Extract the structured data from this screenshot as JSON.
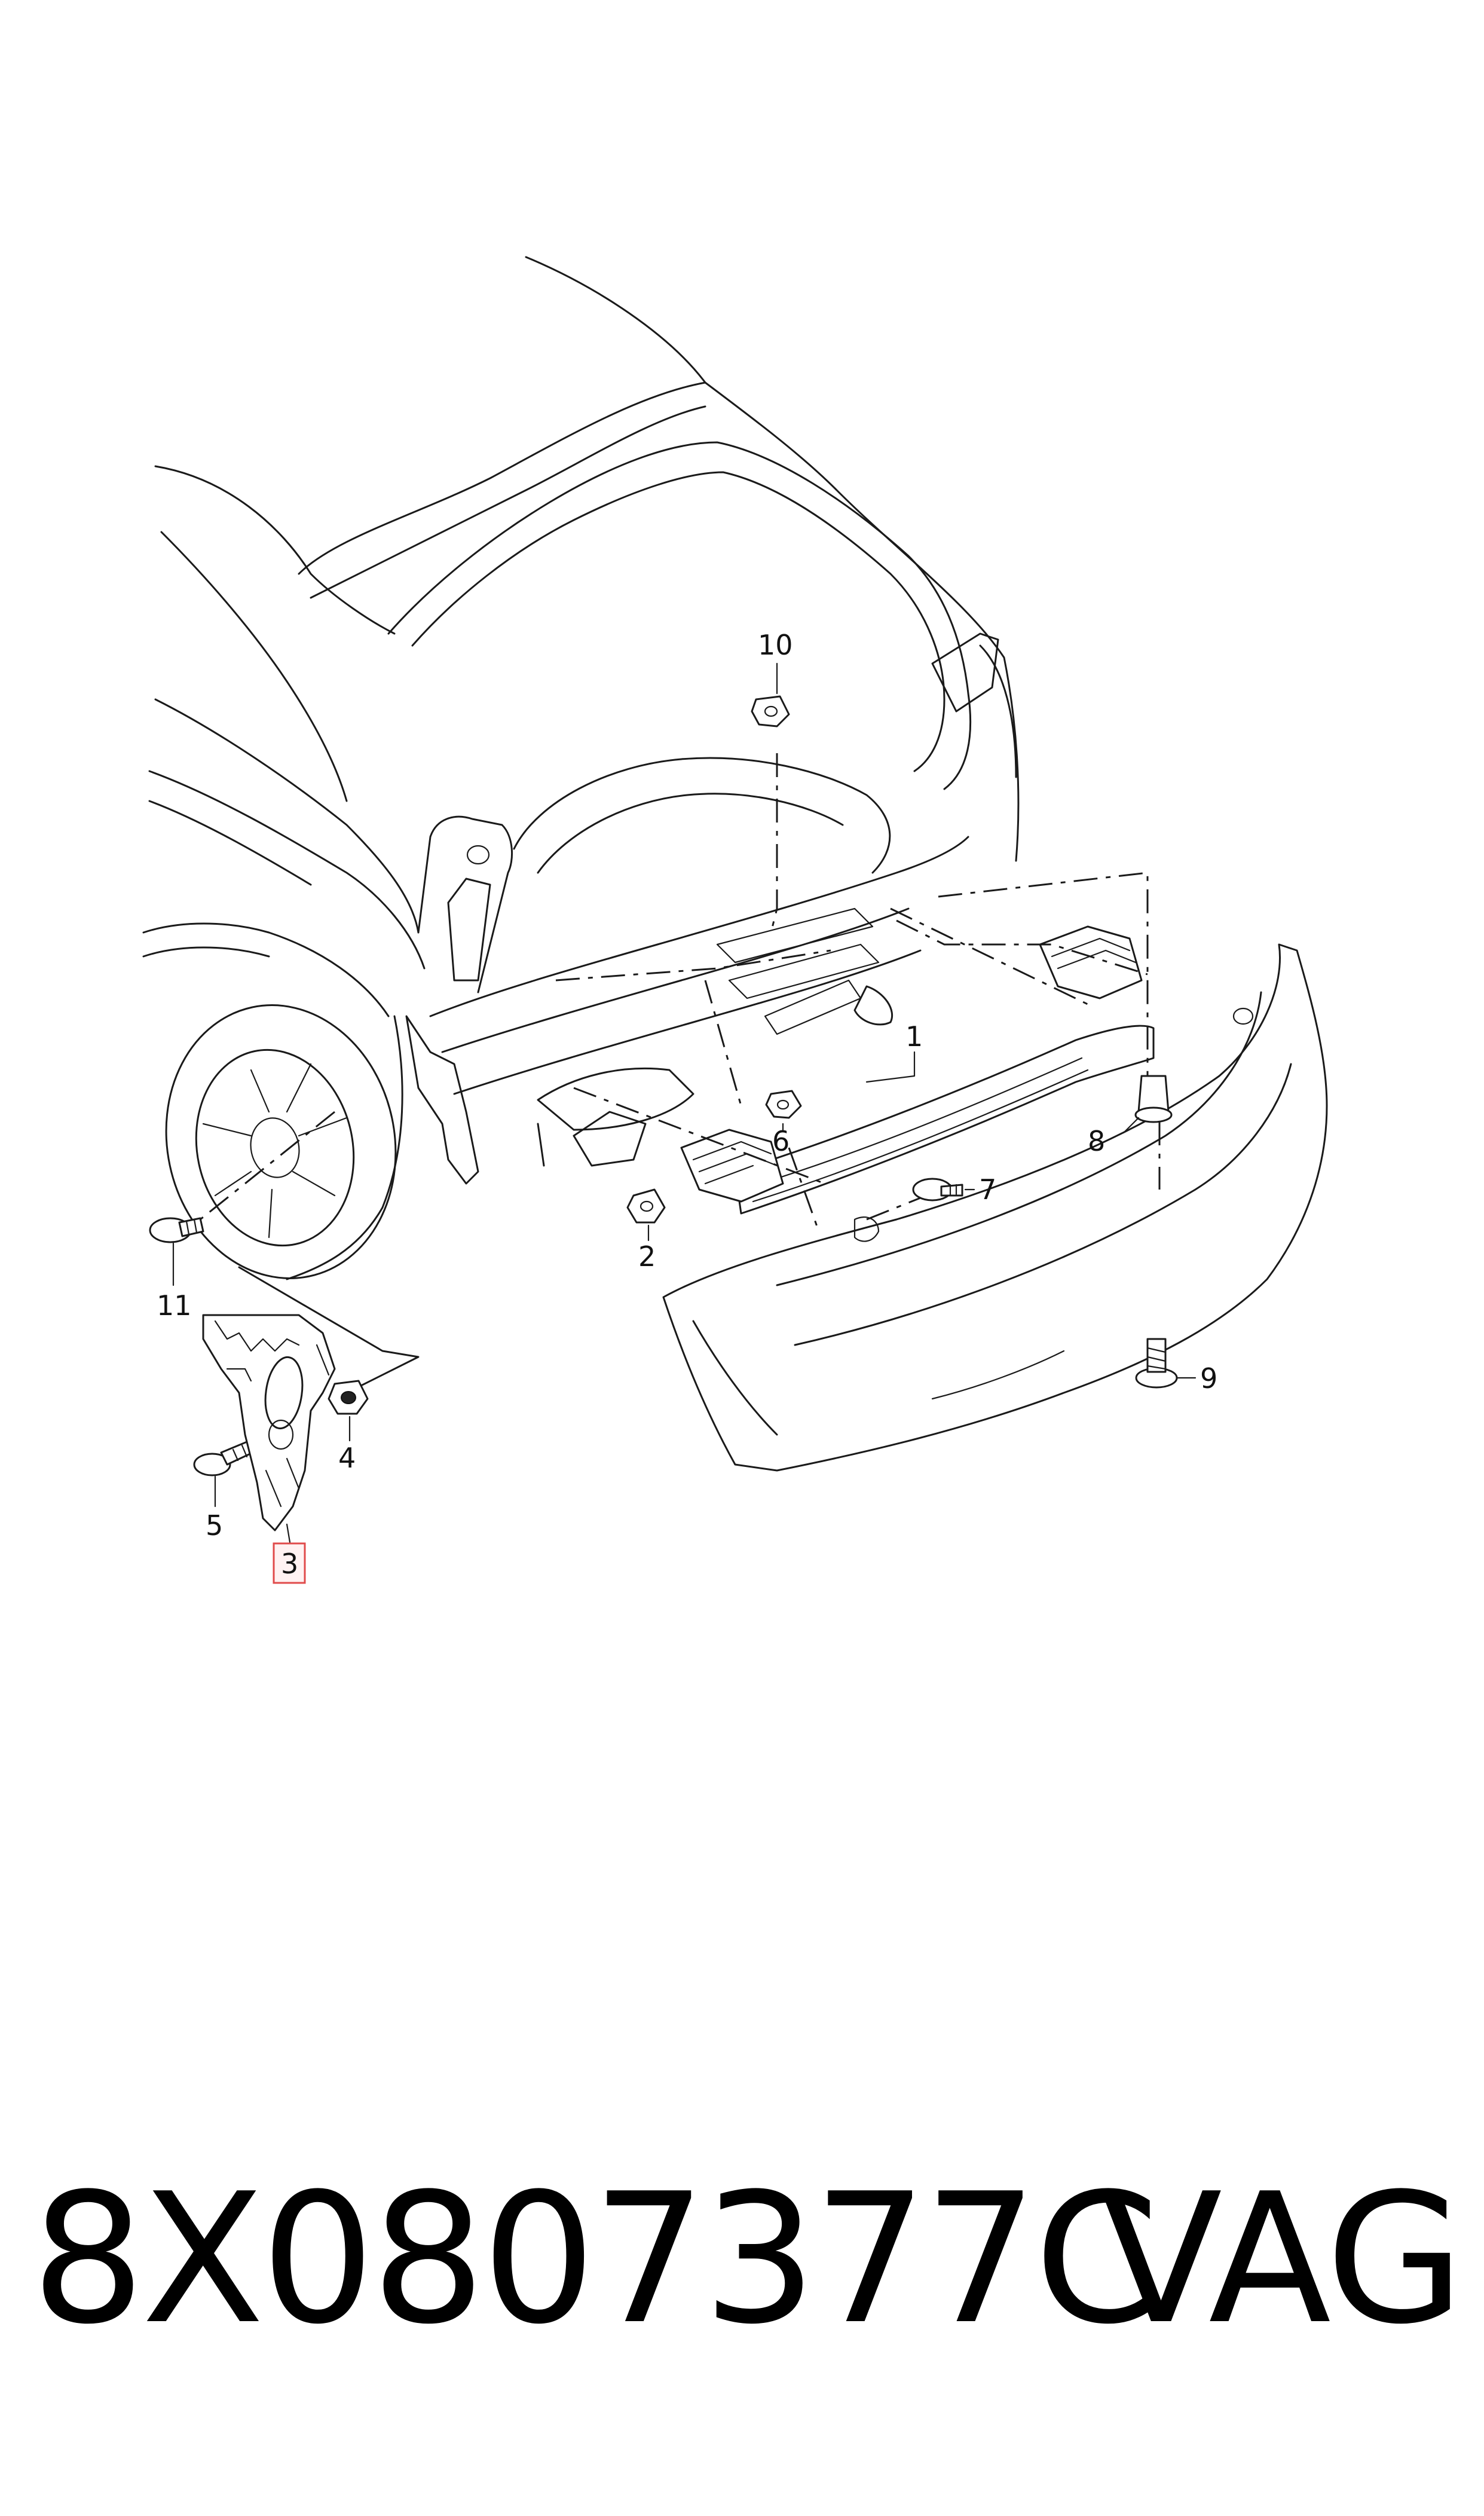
{
  "diagram": {
    "callouts": [
      {
        "id": "1",
        "label": "1"
      },
      {
        "id": "2",
        "label": "2"
      },
      {
        "id": "3",
        "label": "3",
        "highlighted": true
      },
      {
        "id": "4",
        "label": "4"
      },
      {
        "id": "5",
        "label": "5"
      },
      {
        "id": "6",
        "label": "6"
      },
      {
        "id": "7",
        "label": "7"
      },
      {
        "id": "8",
        "label": "8"
      },
      {
        "id": "9",
        "label": "9"
      },
      {
        "id": "10",
        "label": "10"
      },
      {
        "id": "11",
        "label": "11"
      }
    ],
    "highlight_color": "#e04b4b"
  },
  "footer": {
    "part_number": "8X0807377C",
    "brand": "VAG"
  }
}
